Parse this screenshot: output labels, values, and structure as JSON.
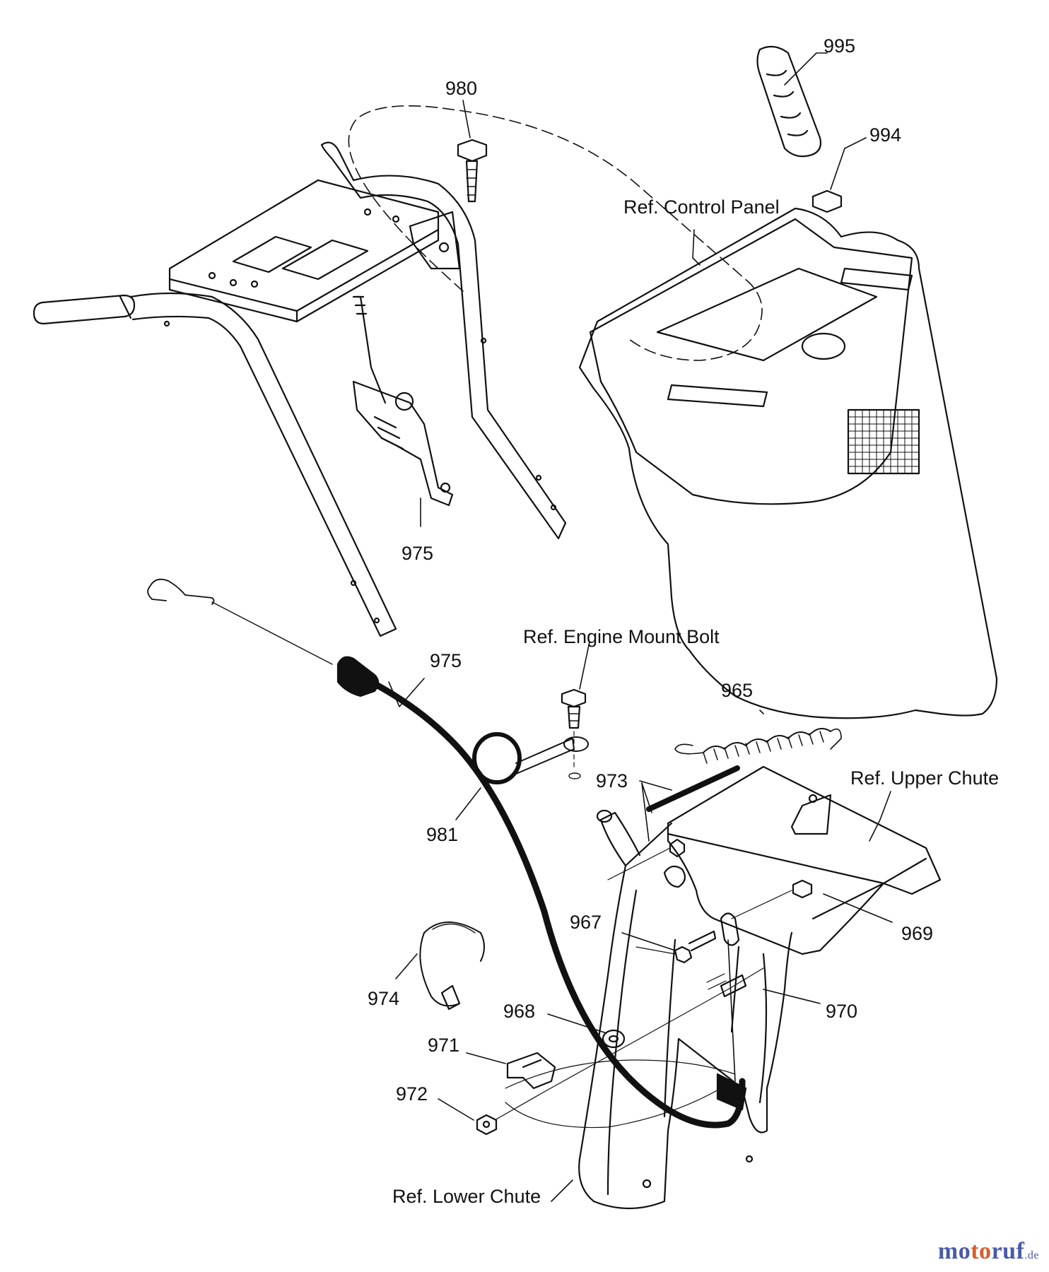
{
  "labels": {
    "l995": "995",
    "l980": "980",
    "l994": "994",
    "control_panel": "Ref. Control Panel",
    "l975a": "975",
    "engine_mount_bolt": "Ref. Engine Mount Bolt",
    "l975b": "975",
    "l965": "965",
    "l973": "973",
    "upper_chute": "Ref. Upper Chute",
    "l981": "981",
    "l967": "967",
    "l969": "969",
    "l974": "974",
    "l970": "970",
    "l968": "968",
    "l971": "971",
    "l972": "972",
    "lower_chute": "Ref. Lower Chute"
  },
  "watermark": {
    "part1": "mo",
    "part2": "to",
    "part3": "ruf",
    "suffix": ".de"
  }
}
